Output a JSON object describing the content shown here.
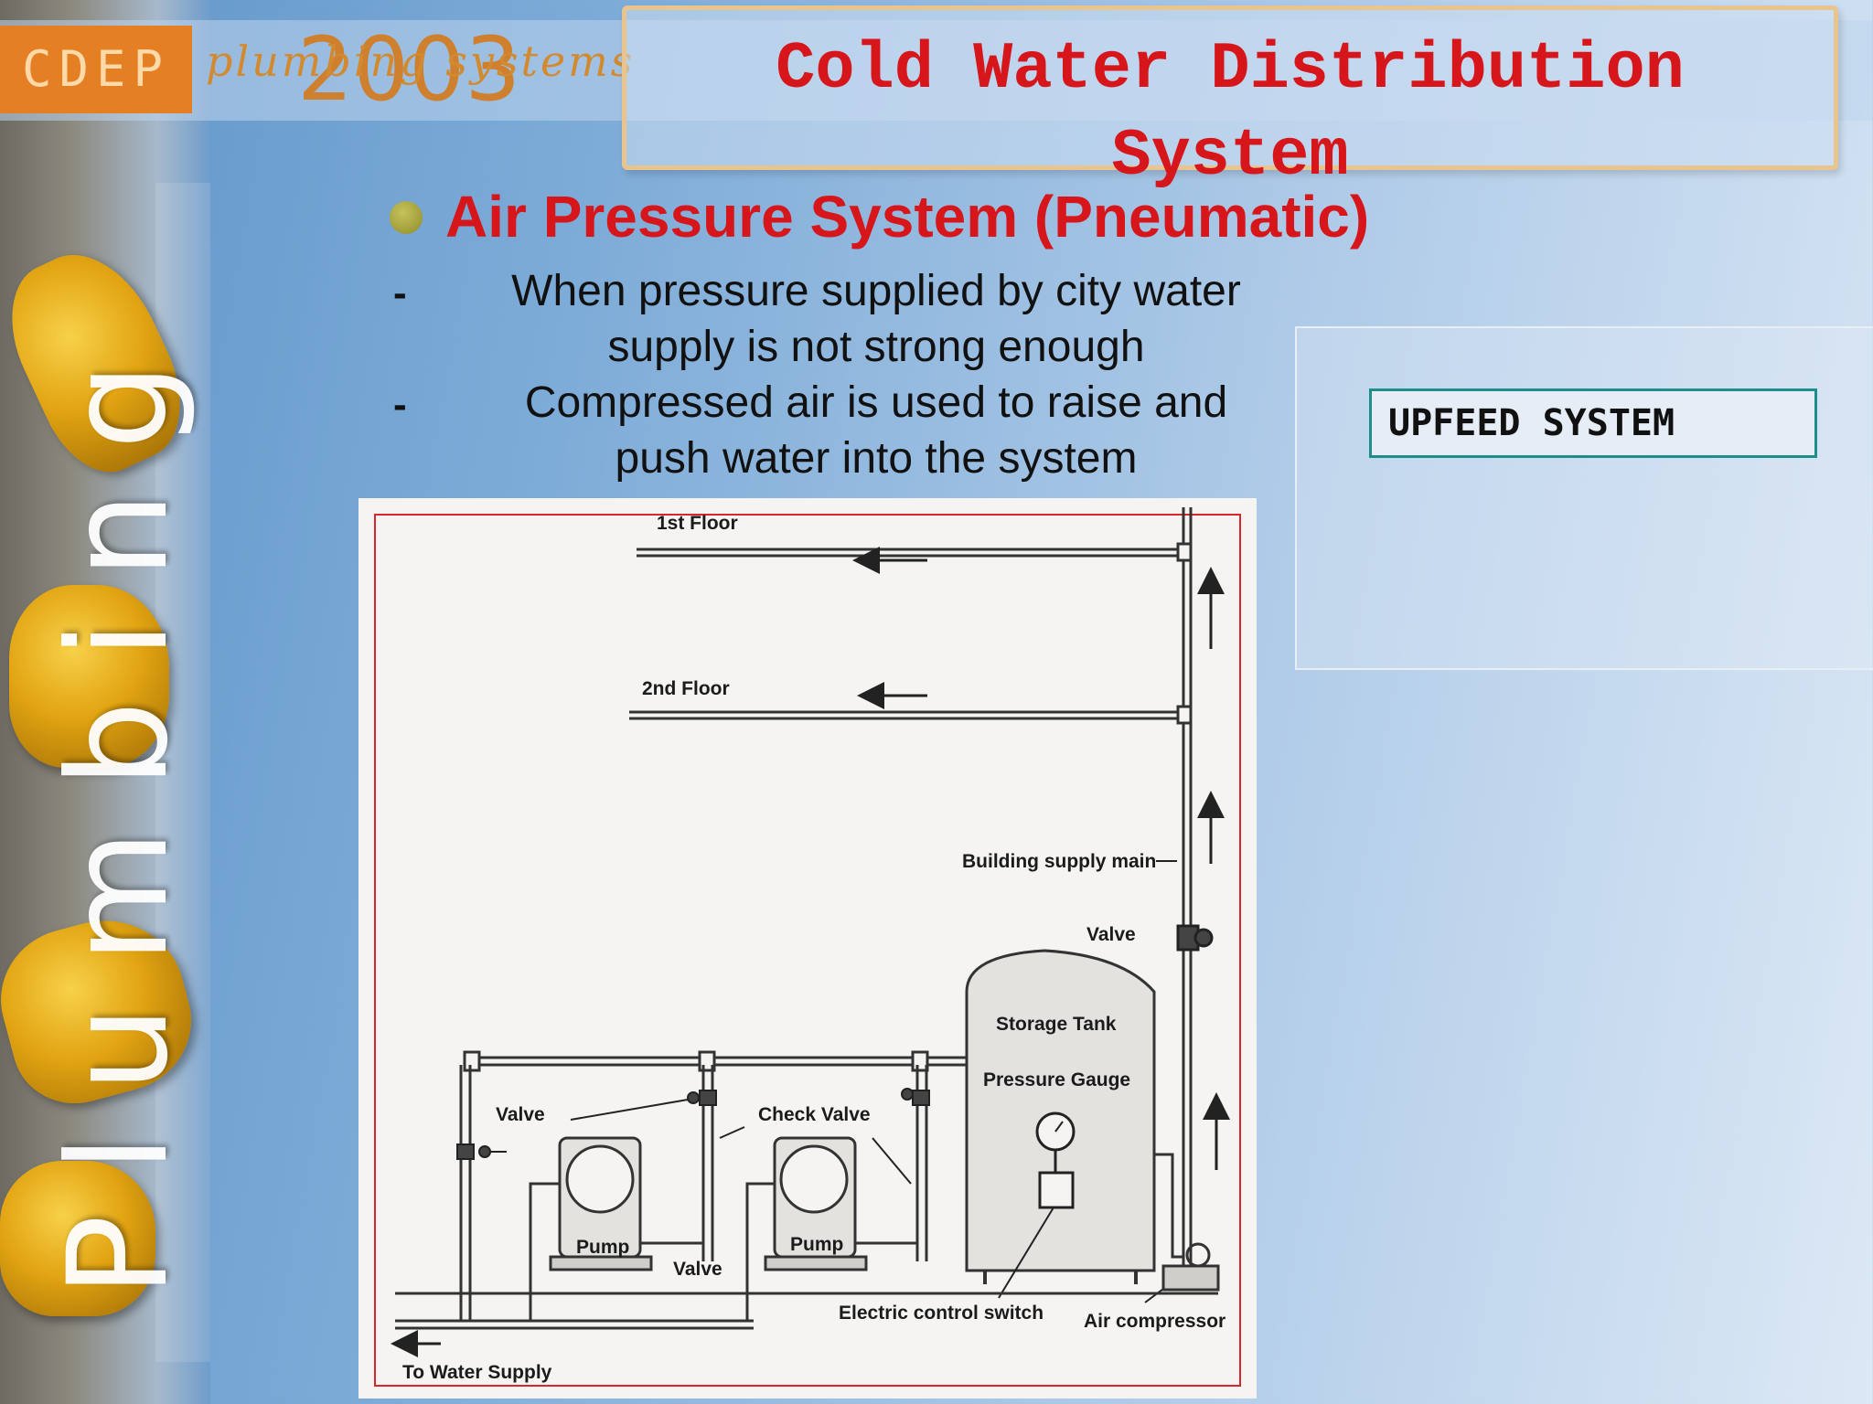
{
  "logo": {
    "brand": "CDEP",
    "subtitle": "plumbing systems",
    "year": "2003"
  },
  "side_word": "Plumbing",
  "title": {
    "line1": "Cold Water Distribution",
    "line2": "System"
  },
  "bullet": {
    "heading": "Air Pressure System (Pneumatic)",
    "items": [
      {
        "marker": "-",
        "line1": "When pressure supplied by city  water",
        "line2": "supply is not strong enough"
      },
      {
        "marker": "-",
        "line1": "Compressed air is used to raise and",
        "line2": "push water into the system"
      }
    ]
  },
  "upfeed_label": "UPFEED SYSTEM",
  "diagram": {
    "labels": {
      "floor1": "1st Floor",
      "floor2": "2nd Floor",
      "building_main": "Building supply main",
      "valve_top": "Valve",
      "storage_tank": "Storage Tank",
      "pressure_gauge": "Pressure Gauge",
      "valve_left": "Valve",
      "check_valve": "Check Valve",
      "pump1": "Pump",
      "pump2": "Pump",
      "valve_bottom": "Valve",
      "electric_switch": "Electric control switch",
      "air_compressor": "Air compressor",
      "to_water_supply": "To Water Supply"
    }
  },
  "colors": {
    "title_red": "#d6161b",
    "accent_orange": "#e57f24",
    "teal_border": "#1f8e8a",
    "diagram_border": "#d9262b"
  }
}
